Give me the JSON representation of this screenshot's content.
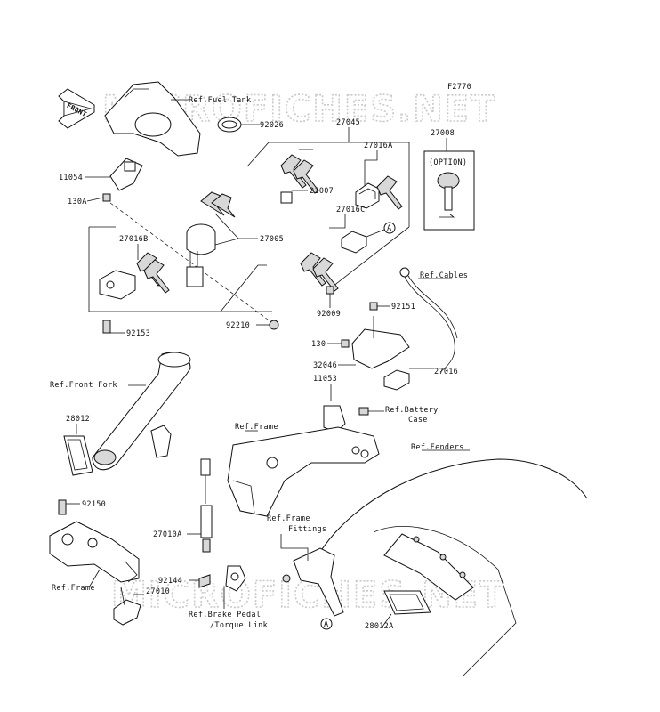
{
  "watermark": "MICROFICHES.NET",
  "figure_code": "F2770",
  "front_label": "FRONT",
  "callouts": {
    "ref_fuel_tank": "Ref.Fuel Tank",
    "p92026": "92026",
    "p11054": "11054",
    "p130A": "130A",
    "p27045": "27045",
    "p27016A": "27016A",
    "p21007": "21007",
    "p27008": "27008",
    "option": "(OPTION)",
    "p27005": "27005",
    "p27016C": "27016C",
    "circle_a": "A",
    "p27016B": "27016B",
    "p92009": "92009",
    "ref_cables": "Ref.Cables",
    "p92151": "92151",
    "p92210": "92210",
    "p92153": "92153",
    "p130": "130",
    "p32046": "32046",
    "p27016": "27016",
    "p11053": "11053",
    "ref_front_fork": "Ref.Front Fork",
    "ref_battery": "Ref.Battery",
    "case": "Case",
    "p28012": "28012",
    "ref_frame_top": "Ref.Frame",
    "ref_fenders": "Ref.Fenders",
    "p92150": "92150",
    "p27010A": "27010A",
    "ref_frame_fittings": "Ref.Frame",
    "fittings": "Fittings",
    "p92144": "92144",
    "ref_frame_left": "Ref.Frame",
    "p27010": "27010",
    "ref_brake_pedal": "Ref.Brake Pedal",
    "torque_link": "/Torque Link",
    "circle_a2": "A",
    "p28012A": "28012A"
  }
}
